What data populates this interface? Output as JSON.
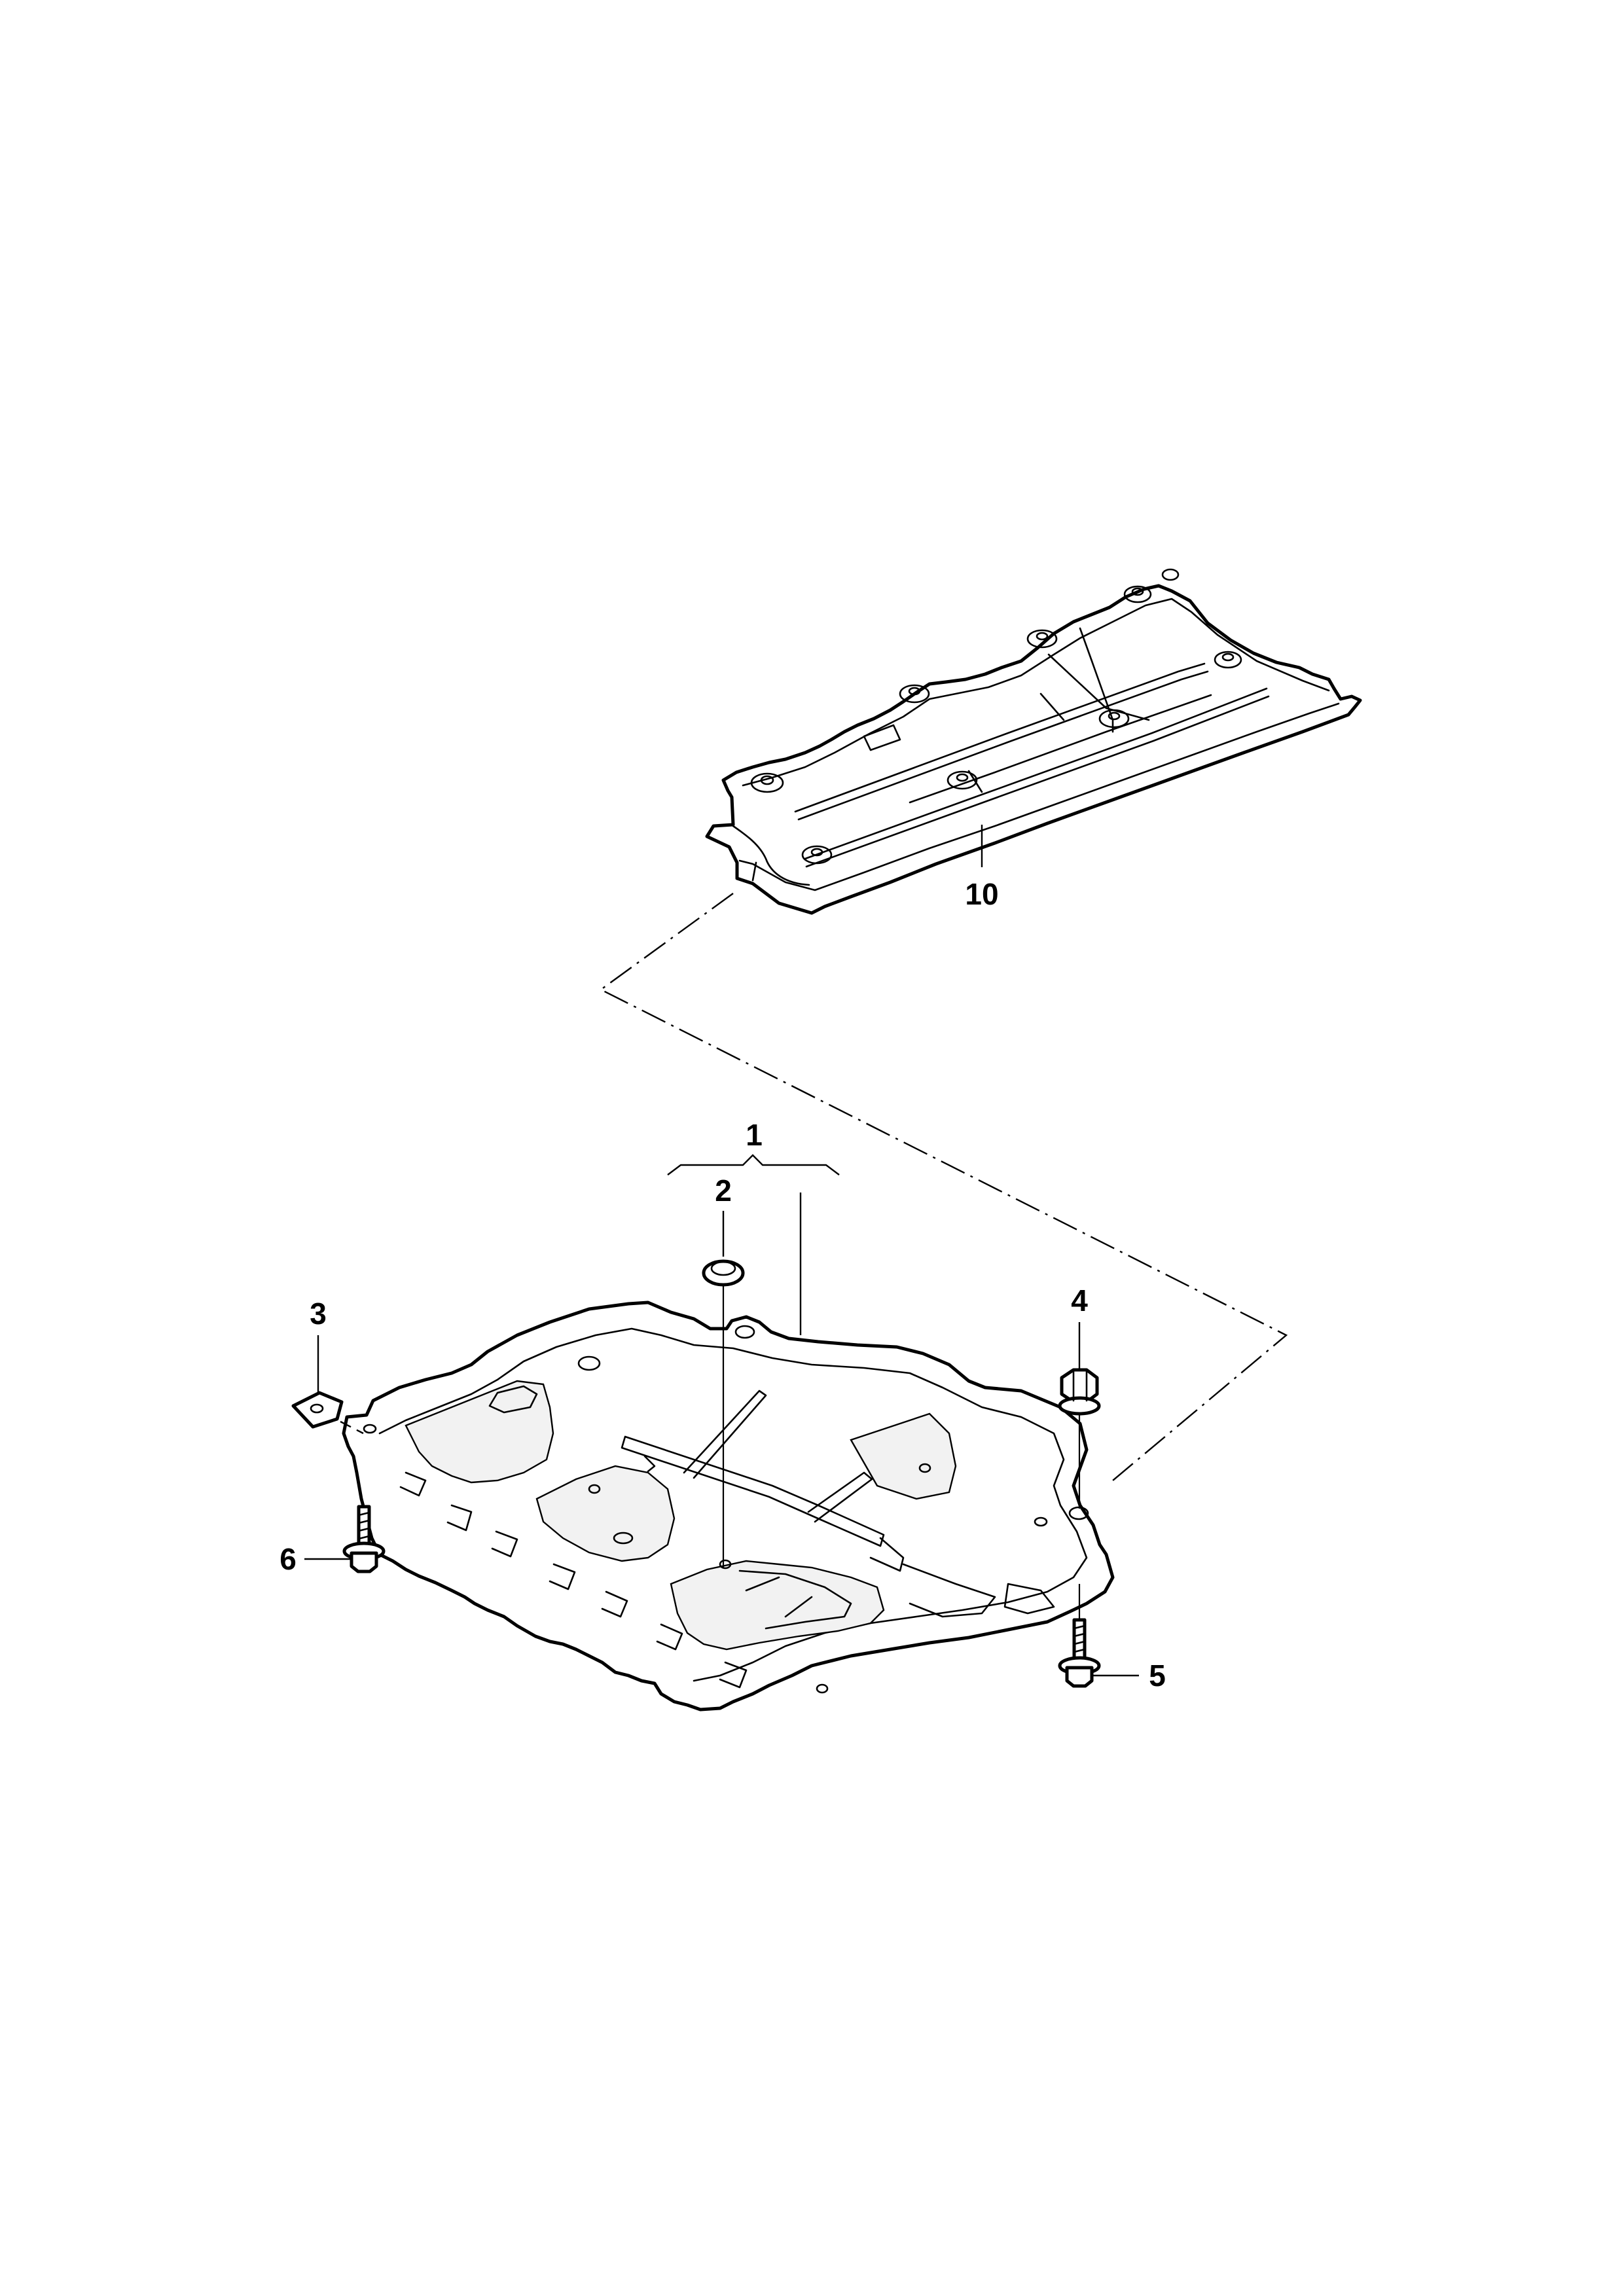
{
  "callouts": {
    "c1": "1",
    "c2": "2",
    "c3": "3",
    "c4": "4",
    "c5": "5",
    "c6": "6",
    "c10": "10"
  }
}
